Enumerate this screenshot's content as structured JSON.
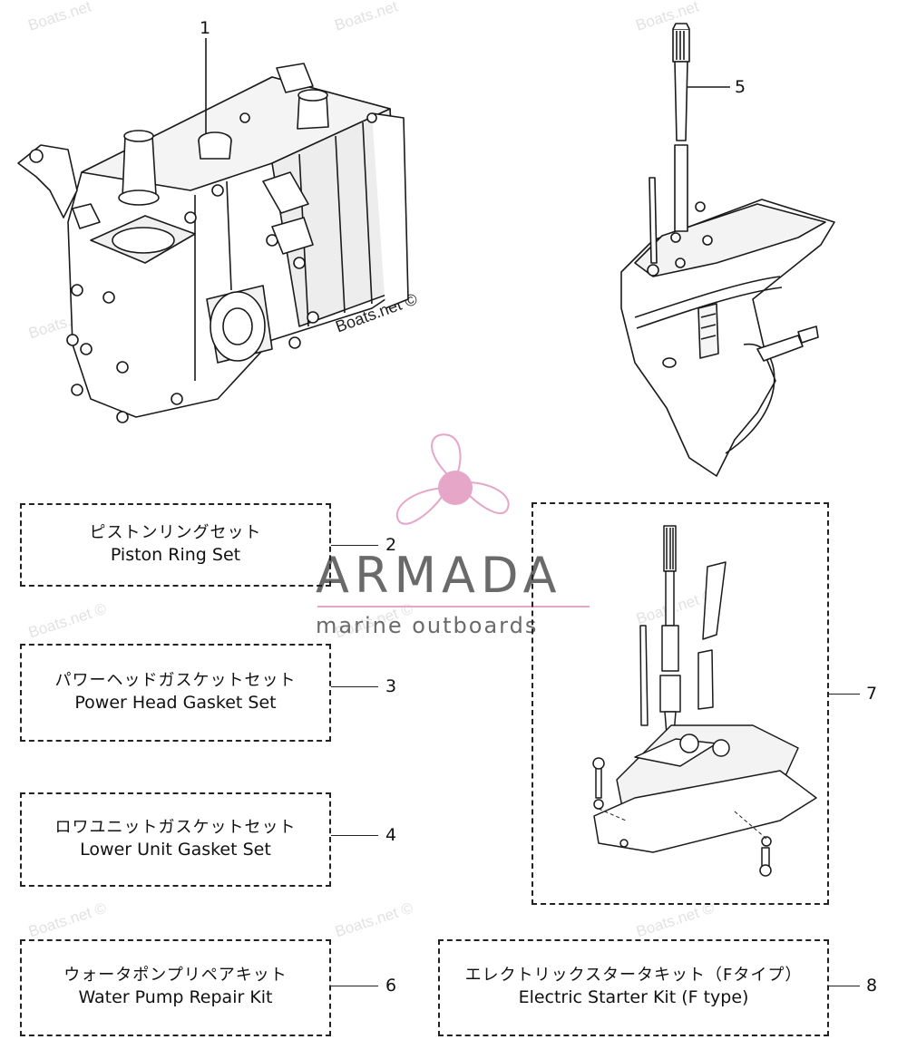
{
  "watermark": {
    "text": "Boats.net",
    "text_copy": "Boats.net ©"
  },
  "logo": {
    "brand": "ARMADA",
    "tagline": "marine outboards",
    "icon": "propeller-icon",
    "accent_color": "#e6a6c8"
  },
  "callouts": {
    "c1": "1",
    "c2": "2",
    "c3": "3",
    "c4": "4",
    "c5": "5",
    "c6": "6",
    "c7": "7",
    "c8": "8"
  },
  "kits": {
    "piston_ring": {
      "jp": "ピストンリングセット",
      "en": "Piston Ring Set"
    },
    "power_head_gasket": {
      "jp": "パワーヘッドガスケットセット",
      "en": "Power Head Gasket Set"
    },
    "lower_unit_gasket": {
      "jp": "ロワユニットガスケットセット",
      "en": "Lower Unit Gasket Set"
    },
    "water_pump": {
      "jp": "ウォータポンプリペアキット",
      "en": "Water Pump Repair Kit"
    },
    "electric_starter": {
      "jp": "エレクトリックスタータキット（Fタイプ）",
      "en": "Electric Starter Kit (F type)"
    }
  },
  "parts": {
    "power_head": "power-head-illustration",
    "drive_shaft": "drive-shaft-illustration",
    "lower_unit": "lower-unit-illustration",
    "water_pump_parts": "water-tube-and-shaft-illustration"
  }
}
